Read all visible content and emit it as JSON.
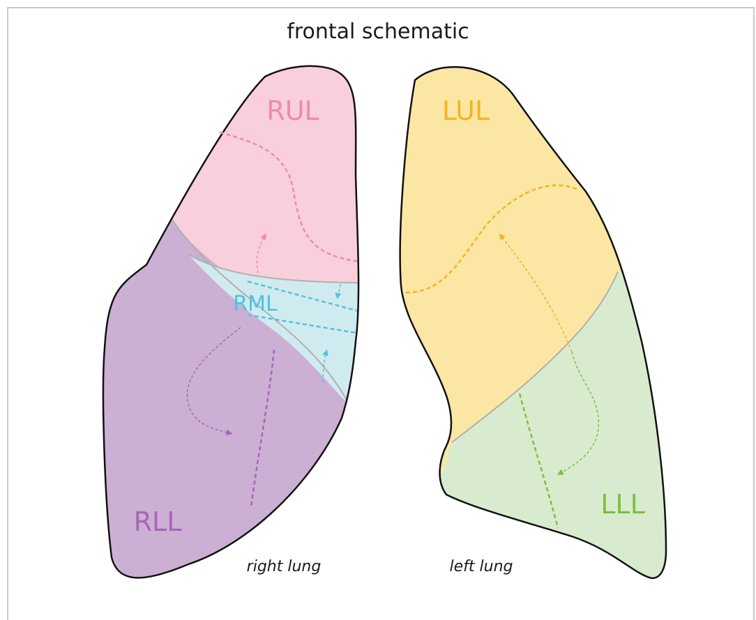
{
  "title": "frontal schematic",
  "right_lung": {
    "label": "right lung",
    "lobes": {
      "upper": {
        "label": "RUL",
        "color": "#f08aaa",
        "fill": "#f8cfda"
      },
      "middle": {
        "label": "RML",
        "color": "#4ec3dd",
        "fill": "#d0ebef"
      },
      "lower": {
        "label": "RLL",
        "color": "#a865b5",
        "fill": "#cbb0d3"
      }
    }
  },
  "left_lung": {
    "label": "left lung",
    "lobes": {
      "upper": {
        "label": "LUL",
        "color": "#f2b51e",
        "fill": "#fce6a3"
      },
      "lower": {
        "label": "LLL",
        "color": "#7dbf3c",
        "fill": "#d9ebcf"
      }
    }
  },
  "colors": {
    "outline": "#111111",
    "fissure": "#b0b0b0"
  }
}
